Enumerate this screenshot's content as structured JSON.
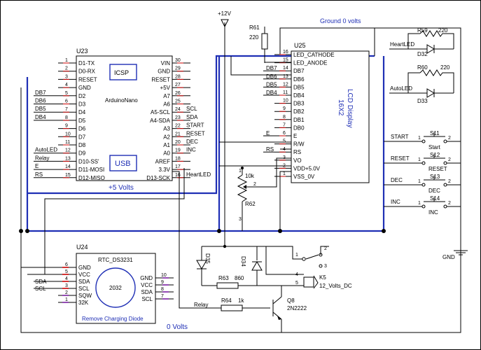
{
  "labels": {
    "v12": "+12V",
    "ground0v": "Ground  0 volts",
    "plus5v": "+5 Volts",
    "zero_volts": "0 Volts",
    "gnd": "GND"
  },
  "u23": {
    "ref": "U23",
    "name": "ArduinoNano",
    "icsp": "ICSP",
    "usb": "USB",
    "left_pins": [
      {
        "num": "1",
        "name": "D1-TX"
      },
      {
        "num": "2",
        "name": "D0-RX"
      },
      {
        "num": "3",
        "name": "RESET"
      },
      {
        "num": "4",
        "name": "GND"
      },
      {
        "num": "5",
        "name": "D2"
      },
      {
        "num": "6",
        "name": "D3"
      },
      {
        "num": "7",
        "name": "D4"
      },
      {
        "num": "8",
        "name": "D5"
      },
      {
        "num": "9",
        "name": "D6"
      },
      {
        "num": "10",
        "name": "D7"
      },
      {
        "num": "11",
        "name": "D8"
      },
      {
        "num": "12",
        "name": "D9"
      },
      {
        "num": "13",
        "name": "D10-SS'"
      },
      {
        "num": "14",
        "name": "D11-MOSI"
      },
      {
        "num": "15",
        "name": "D12-MISO"
      }
    ],
    "right_pins": [
      {
        "num": "30",
        "name": "VIN"
      },
      {
        "num": "29",
        "name": "GND"
      },
      {
        "num": "28",
        "name": "RESET"
      },
      {
        "num": "27",
        "name": "+5V"
      },
      {
        "num": "26",
        "name": "A7"
      },
      {
        "num": "25",
        "name": "A6"
      },
      {
        "num": "24",
        "name": "A5-SCL"
      },
      {
        "num": "23",
        "name": "A4-SDA"
      },
      {
        "num": "22",
        "name": "A3"
      },
      {
        "num": "21",
        "name": "A2"
      },
      {
        "num": "20",
        "name": "A1"
      },
      {
        "num": "19",
        "name": "A0"
      },
      {
        "num": "18",
        "name": "AREF"
      },
      {
        "num": "17",
        "name": "3.3V"
      },
      {
        "num": "16",
        "name": "D13-SCK"
      }
    ],
    "left_nets": [
      "DB7",
      "DB6",
      "DB5",
      "DB4",
      "AutoLED",
      "Relay",
      "E",
      "RS"
    ],
    "right_nets": [
      "SCL",
      "SDA",
      "START",
      "RESET",
      "DEC",
      "INC",
      "HeartLED"
    ]
  },
  "u24": {
    "ref": "U24",
    "name": "RTC_DS3231",
    "chip": "2032",
    "note": "Remove Charging Diode",
    "left_pins": [
      {
        "num": "6",
        "name": "GND"
      },
      {
        "num": "5",
        "name": "VCC"
      },
      {
        "num": "4",
        "name": "SDA"
      },
      {
        "num": "3",
        "name": "SCL"
      },
      {
        "num": "2",
        "name": "SQW"
      },
      {
        "num": "1",
        "name": "32K"
      }
    ],
    "right_pins": [
      {
        "num": "10",
        "name": "GND"
      },
      {
        "num": "9",
        "name": "VCC"
      },
      {
        "num": "8",
        "name": "SDA"
      },
      {
        "num": "7",
        "name": "SCL"
      }
    ],
    "nets": [
      "SDA",
      "SCL"
    ]
  },
  "u25": {
    "ref": "U25",
    "title1": "LCD Display",
    "title2": "16X2",
    "pins": [
      {
        "num": "16",
        "name": "LED_CATHODE"
      },
      {
        "num": "15",
        "name": "LED_ANODE"
      },
      {
        "num": "14",
        "name": "DB7"
      },
      {
        "num": "13",
        "name": "DB6"
      },
      {
        "num": "12",
        "name": "DB5"
      },
      {
        "num": "11",
        "name": "DB4"
      },
      {
        "num": "10",
        "name": "DB3"
      },
      {
        "num": "9",
        "name": "DB2"
      },
      {
        "num": "8",
        "name": "DB1"
      },
      {
        "num": "7",
        "name": "DB0"
      },
      {
        "num": "6",
        "name": "E"
      },
      {
        "num": "5",
        "name": "R/W"
      },
      {
        "num": "4",
        "name": "RS"
      },
      {
        "num": "3",
        "name": "VO"
      },
      {
        "num": "2",
        "name": "VDD+5.0V"
      },
      {
        "num": "1",
        "name": "VSS_0V"
      }
    ],
    "nets": [
      "DB7",
      "DB6",
      "DB5",
      "DB4",
      "E",
      "RS"
    ]
  },
  "parts": {
    "r61": {
      "ref": "R61",
      "value": "220"
    },
    "r59": {
      "ref": "R59",
      "value": "220"
    },
    "r60": {
      "ref": "R60",
      "value": "220"
    },
    "r62": {
      "ref": "R62",
      "value": "10k"
    },
    "r63": {
      "ref": "R63",
      "value": "860"
    },
    "r64": {
      "ref": "R64",
      "value": "1k"
    },
    "d32": {
      "ref": "D32"
    },
    "d33": {
      "ref": "D33"
    },
    "d35": {
      "ref": "D35"
    },
    "d34": {
      "ref": "D34"
    },
    "q8": {
      "ref": "Q8",
      "value": "2N2222"
    },
    "k5": {
      "ref": "K5",
      "value": "12_Volts_DC"
    }
  },
  "right_nets": {
    "heart": "HeartLED",
    "auto": "AutoLED",
    "start": "START",
    "reset": "RESET",
    "dec": "DEC",
    "inc": "INC",
    "relay": "Relay"
  },
  "switches": [
    {
      "ref": "S11",
      "label": "Start"
    },
    {
      "ref": "S12",
      "label": "RESET"
    },
    {
      "ref": "S13",
      "label": "DEC"
    },
    {
      "ref": "S14",
      "label": "INC"
    }
  ],
  "colors": {
    "wire_5v": "#1f2fb5",
    "pin_marker": "#cc0000",
    "pin_marker_alt": "#7a1fa2"
  }
}
